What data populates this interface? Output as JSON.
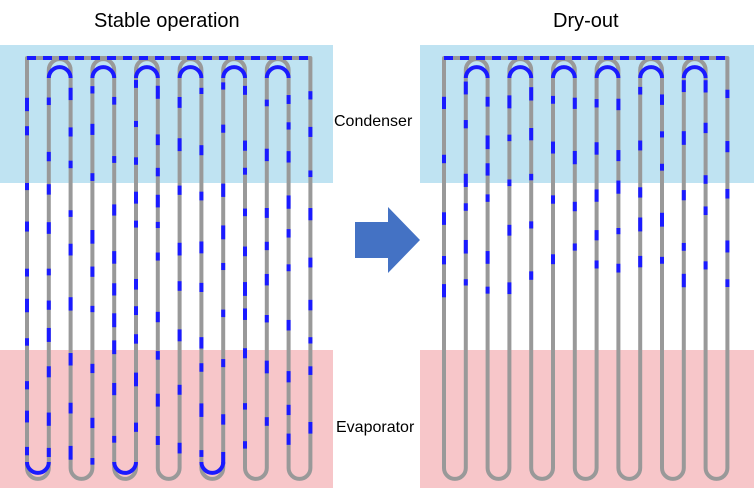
{
  "panels": {
    "left_title": "Stable operation",
    "right_title": "Dry-out"
  },
  "zones": {
    "condenser_label": "Condenser",
    "evaporator_label": "Evaporator"
  },
  "colors": {
    "condenser": "#bfe3f2",
    "evaporator": "#f7c6c9",
    "tube": "#999999",
    "liquid": "#1a1aff",
    "arrow": "#4472c4"
  }
}
